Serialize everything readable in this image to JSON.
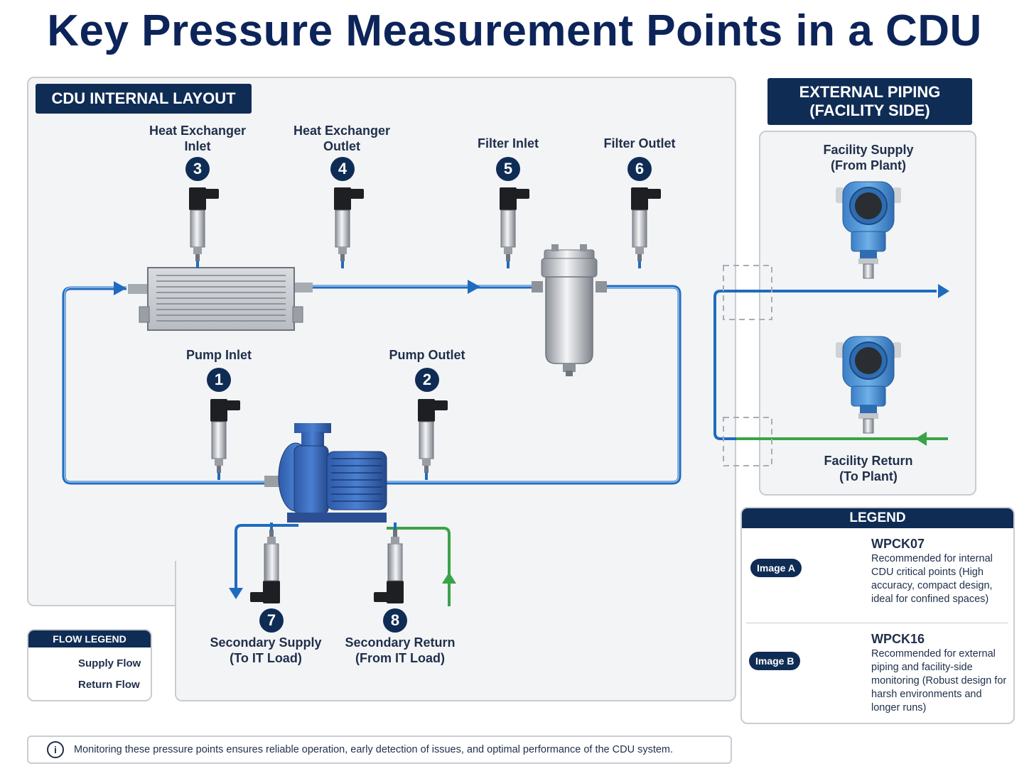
{
  "title": "Key Pressure Measurement Points in a CDU",
  "internal": {
    "heading": "CDU INTERNAL LAYOUT",
    "points": [
      {
        "num": "1",
        "label": "Pump Inlet"
      },
      {
        "num": "2",
        "label": "Pump Outlet"
      },
      {
        "num": "3",
        "label": "Heat Exchanger\nInlet"
      },
      {
        "num": "4",
        "label": "Heat Exchanger\nOutlet"
      },
      {
        "num": "5",
        "label": "Filter Inlet"
      },
      {
        "num": "6",
        "label": "Filter Outlet"
      },
      {
        "num": "7",
        "label": "Secondary Supply\n(To IT Load)"
      },
      {
        "num": "8",
        "label": "Secondary Return\n(From IT Load)"
      }
    ]
  },
  "external": {
    "heading": "EXTERNAL PIPING\n(FACILITY SIDE)",
    "supply_label": "Facility Supply\n(From Plant)",
    "return_label": "Facility Return\n(To Plant)"
  },
  "flow_legend": {
    "title": "FLOW LEGEND",
    "supply": "Supply Flow",
    "return": "Return Flow"
  },
  "legend": {
    "title": "LEGEND",
    "items": [
      {
        "tag": "Image A",
        "model": "WPCK07",
        "desc": "Recommended for internal CDU critical points (High accuracy, compact design, ideal for confined spaces)"
      },
      {
        "tag": "Image B",
        "model": "WPCK16",
        "desc": "Recommended for external piping and facility-side monitoring (Robust design for harsh environments and longer runs)"
      }
    ]
  },
  "note": "Monitoring these pressure points ensures reliable operation, early detection of issues, and optimal performance of the CDU system.",
  "colors": {
    "navy": "#0f2c55",
    "supply": "#1f6bbf",
    "return": "#3aa348"
  }
}
